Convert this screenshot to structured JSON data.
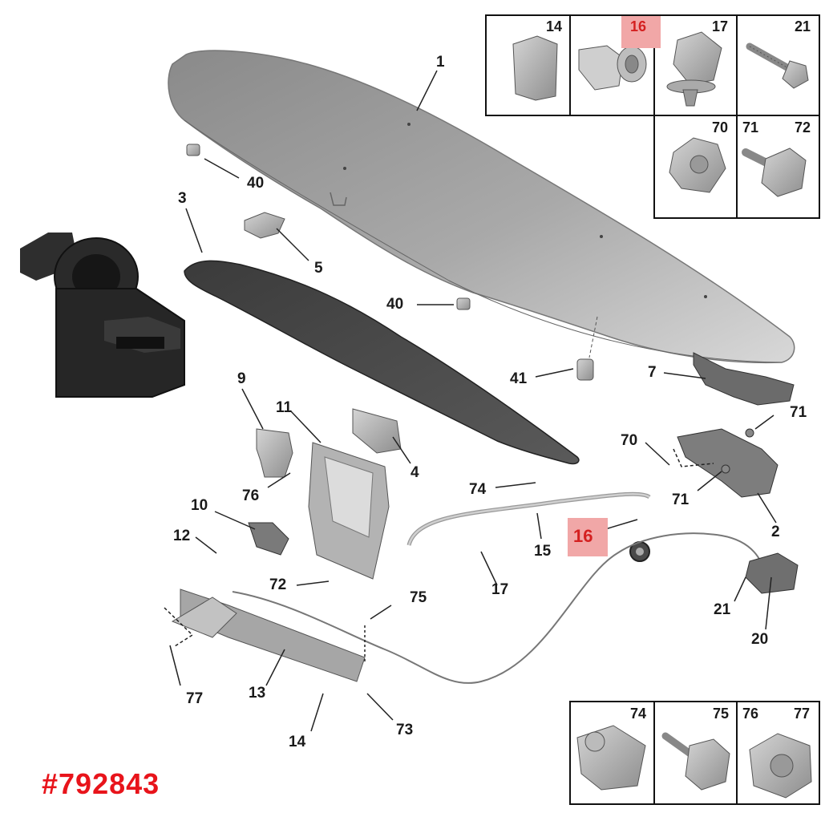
{
  "diagram": {
    "callouts": [
      "1",
      "40",
      "3",
      "5",
      "40",
      "41",
      "7",
      "9",
      "11",
      "4",
      "71",
      "70",
      "71",
      "2",
      "74",
      "76",
      "10",
      "12",
      "15",
      "17",
      "72",
      "75",
      "21",
      "20",
      "13",
      "77",
      "14",
      "73"
    ],
    "highlighted_callout": "16",
    "top_grid_labels": [
      "14",
      "16",
      "17",
      "21",
      "70",
      "71",
      "72"
    ],
    "bottom_grid_labels": [
      "74",
      "75",
      "76",
      "77"
    ],
    "reference_number": "#792843",
    "colors": {
      "highlight_bg": "#f1a7a7",
      "highlight_text": "#d42020",
      "reference_text": "#e8141b"
    }
  }
}
